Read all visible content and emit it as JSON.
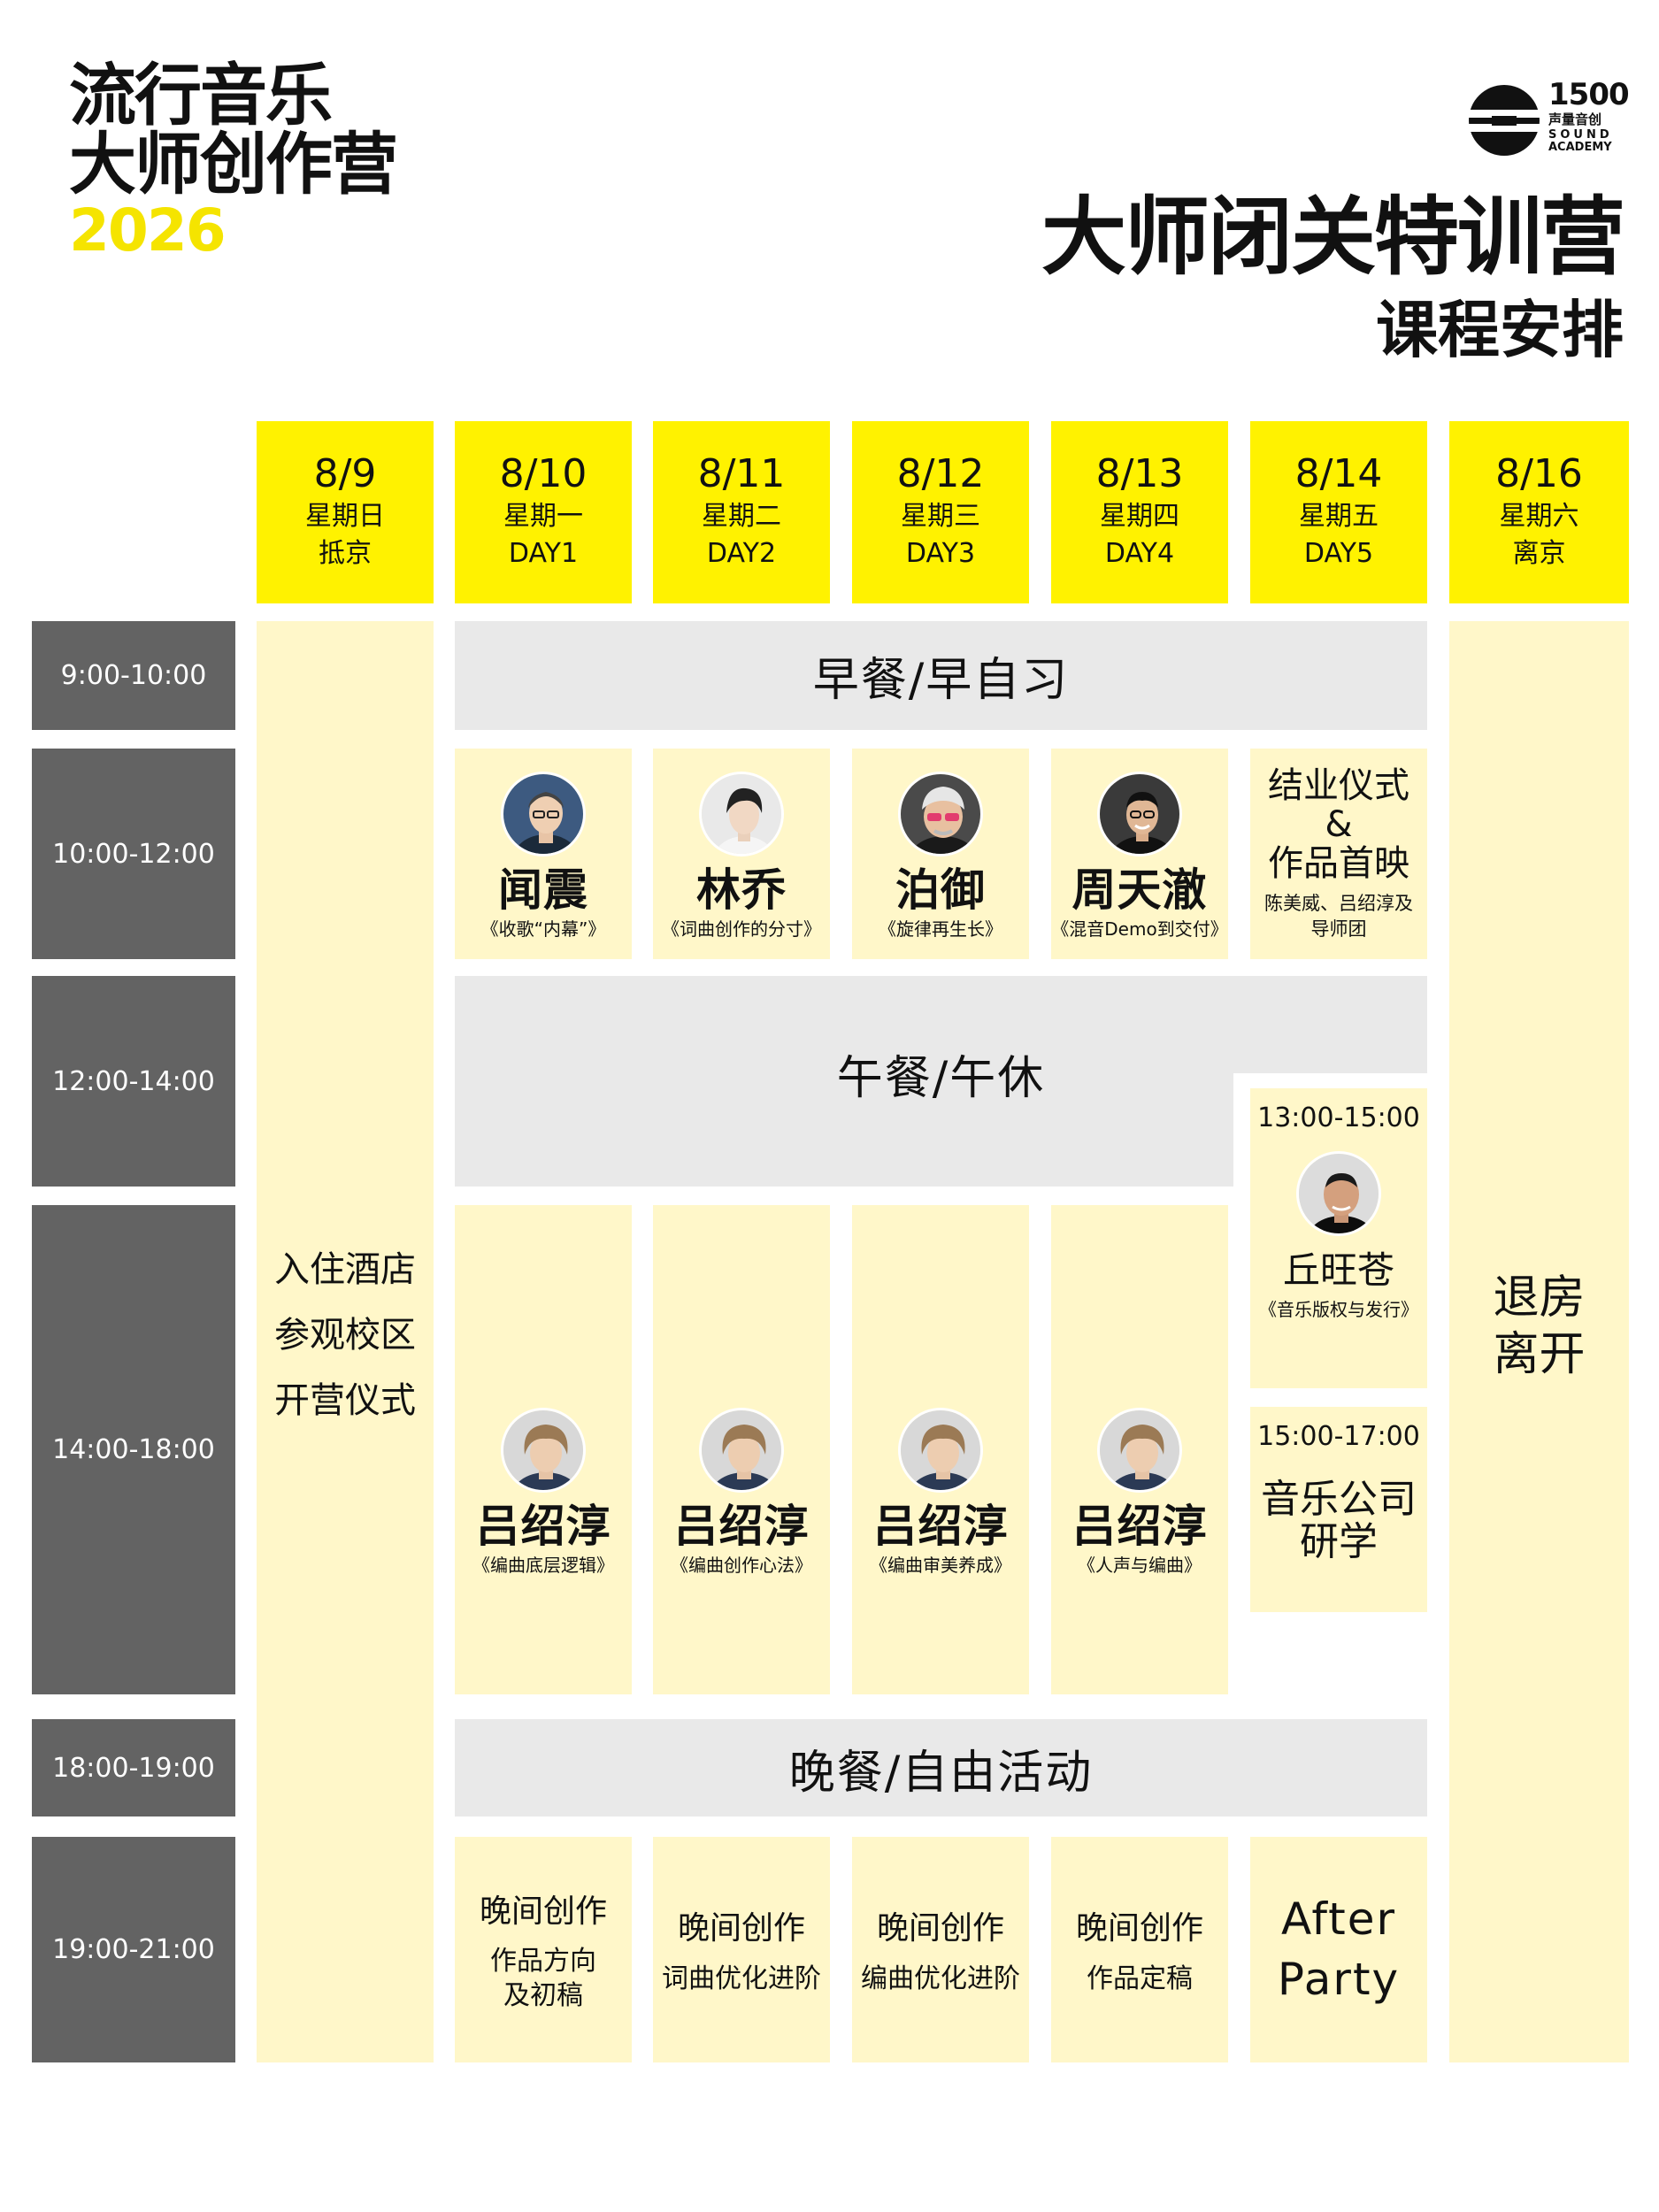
{
  "header": {
    "event_title_line1": "流行音乐",
    "event_title_line2": "大师创作营",
    "year": "2026",
    "main_title": "大师闭关特训营",
    "subtitle": "课程安排",
    "logo": {
      "number": "1500",
      "cn": "声量音创",
      "en_line1": "SOUND",
      "en_line2": "ACADEMY"
    }
  },
  "colors": {
    "yellow": "#fff200",
    "pale_yellow": "#fff7c9",
    "time_gray": "#636363",
    "block_gray": "#e9e9e9"
  },
  "days": [
    {
      "date": "8/9",
      "weekday": "星期日",
      "label": "抵京"
    },
    {
      "date": "8/10",
      "weekday": "星期一",
      "label": "DAY1"
    },
    {
      "date": "8/11",
      "weekday": "星期二",
      "label": "DAY2"
    },
    {
      "date": "8/12",
      "weekday": "星期三",
      "label": "DAY3"
    },
    {
      "date": "8/13",
      "weekday": "星期四",
      "label": "DAY4"
    },
    {
      "date": "8/14",
      "weekday": "星期五",
      "label": "DAY5"
    },
    {
      "date": "8/16",
      "weekday": "星期六",
      "label": "离京"
    }
  ],
  "times": [
    "9:00-10:00",
    "10:00-12:00",
    "12:00-14:00",
    "14:00-18:00",
    "18:00-19:00",
    "19:00-21:00"
  ],
  "arrival": {
    "line1": "入住酒店",
    "line2": "参观校区",
    "line3": "开营仪式"
  },
  "departure": {
    "line1": "退房",
    "line2": "离开"
  },
  "breakfast": "早餐/早自习",
  "lunch": "午餐/午休",
  "dinner": "晚餐/自由活动",
  "morning": [
    {
      "name": "闻震",
      "course": "《收歌“内幕”》",
      "avatar": "portrait-glasses"
    },
    {
      "name": "林乔",
      "course": "《词曲创作的分寸》",
      "avatar": "portrait-young"
    },
    {
      "name": "泊御",
      "course": "《旋律再生长》",
      "avatar": "portrait-sunglasses"
    },
    {
      "name": "周天澈",
      "course": "《混音Demo到交付》",
      "avatar": "portrait-smile"
    }
  ],
  "closing": {
    "line1": "结业仪式",
    "line2": "&",
    "line3": "作品首映",
    "sub1": "陈美威、吕绍淳及",
    "sub2": "导师团"
  },
  "afternoon": [
    {
      "name": "吕绍淳",
      "course": "《编曲底层逻辑》"
    },
    {
      "name": "吕绍淳",
      "course": "《编曲创作心法》"
    },
    {
      "name": "吕绍淳",
      "course": "《编曲审美养成》"
    },
    {
      "name": "吕绍淳",
      "course": "《人声与编曲》"
    }
  ],
  "fri_session1": {
    "time": "13:00-15:00",
    "name": "丘旺苍",
    "course": "《音乐版权与发行》"
  },
  "fri_session2": {
    "time": "15:00-17:00",
    "line1": "音乐公司",
    "line2": "研学"
  },
  "evening": [
    {
      "title": "晚间创作",
      "sub1": "作品方向",
      "sub2": "及初稿"
    },
    {
      "title": "晚间创作",
      "sub1": "词曲优化进阶",
      "sub2": ""
    },
    {
      "title": "晚间创作",
      "sub1": "编曲优化进阶",
      "sub2": ""
    },
    {
      "title": "晚间创作",
      "sub1": "作品定稿",
      "sub2": ""
    }
  ],
  "after_party": {
    "line1": "After",
    "line2": "Party"
  }
}
